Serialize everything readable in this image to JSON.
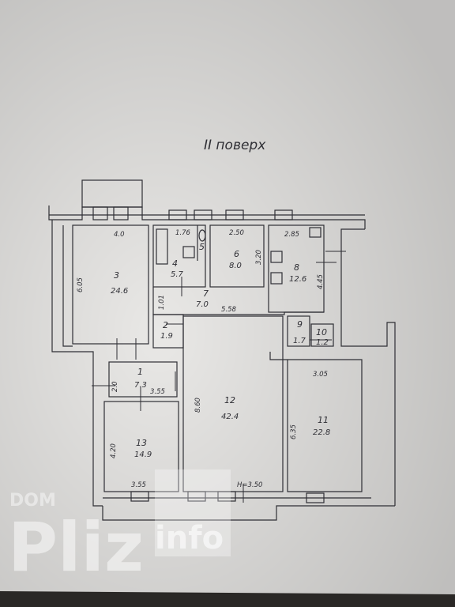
{
  "floor_title": "II поверх",
  "rooms": [
    {
      "number": "1",
      "area": "7.3"
    },
    {
      "number": "2",
      "area": "1.9"
    },
    {
      "number": "3",
      "area": "24.6"
    },
    {
      "number": "4",
      "area": "5.7"
    },
    {
      "number": "5",
      "area": ""
    },
    {
      "number": "6",
      "area": "8.0"
    },
    {
      "number": "7",
      "area": "7.0"
    },
    {
      "number": "8",
      "area": "12.6"
    },
    {
      "number": "9",
      "area": "1.7"
    },
    {
      "number": "10",
      "area": "1.2"
    },
    {
      "number": "11",
      "area": "22.8"
    },
    {
      "number": "12",
      "area": "42.4"
    },
    {
      "number": "13",
      "area": "14.9"
    }
  ],
  "dimensions": {
    "d_4_0": "4.0",
    "d_1_76": "1.76",
    "d_2_50": "2.50",
    "d_2_85": "2.85",
    "d_6_05": "6.05",
    "d_3_20": "3.20",
    "d_4_45": "4.45",
    "d_1_01": "1.01",
    "d_5_58": "5.58",
    "d_3_05": "3.05",
    "d_2_0": "2.0",
    "d_3_55_a": "3.55",
    "d_8_60": "8.60",
    "d_6_35": "6.35",
    "d_4_20": "4.20",
    "d_3_55_b": "3.55",
    "d_height": "H=3.50"
  },
  "watermark": {
    "top": "DOM",
    "brand": "Pliz",
    "suffix": "info"
  },
  "colors": {
    "paper": "#e9e8e6",
    "ink": "#2f2f35",
    "background": "#2a2826",
    "watermark": "#ffffff"
  }
}
